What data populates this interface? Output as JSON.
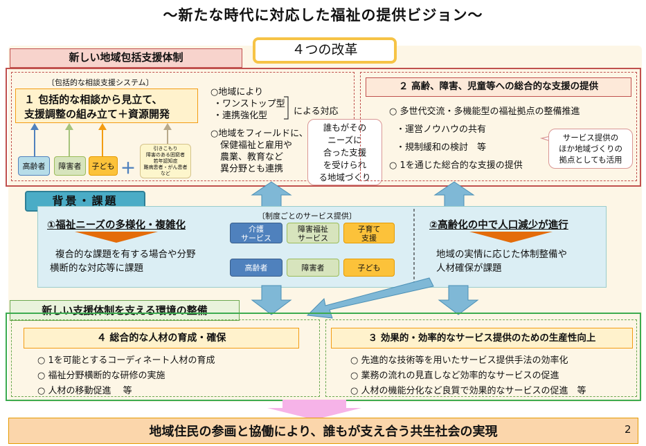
{
  "title": "～新たな時代に対応した福祉の提供ビジョン～",
  "four_reforms": "４つの改革",
  "page_number": "2",
  "sections": {
    "red_bar": "新しい地域包括支援体制",
    "bg_bar": "背景・課題",
    "green_bar": "新しい支援体制を支える環境の整備",
    "bottom_bar": "地域住民の参画と協働により、誰もが支え合う共生社会の実現"
  },
  "reform1": {
    "caption": "〔包括的な相談支援システム〕",
    "heading_line1": "１ 包括的な相談から見立て、",
    "heading_line2": "支援調整の組み立て＋資源開発",
    "targets": [
      "高齢者",
      "障害者",
      "子ども"
    ],
    "plus": "＋",
    "others_lines": [
      "引きこもり",
      "障害のある困窮者",
      "若年認知症",
      "難病患者・がん患者",
      "など"
    ],
    "list1_line1": "○地域により",
    "list1_line2": "・ワンストップ型",
    "list1_line3": "・連携強化型",
    "list1_suffix": "による対応",
    "list2_lines": [
      "○地域をフィールドに、",
      "保健福祉と雇用や",
      "農業、教育など",
      "異分野とも連携"
    ],
    "center_box": [
      "誰もがその",
      "ニーズに",
      "合った支援",
      "を受けられ",
      "る地域づくり"
    ]
  },
  "reform2": {
    "heading": "２ 高齢、障害、児童等への総合的な支援の提供",
    "items": [
      "○ 多世代交流・多機能型の福祉拠点の整備推進",
      "・運営ノウハウの共有",
      "・規制緩和の検討　等",
      "○ 1を通じた総合的な支援の提供"
    ],
    "bubble": [
      "サービス提供の",
      "ほか地域づくりの",
      "拠点としても活用"
    ]
  },
  "background": {
    "issue1_title": "①福祉ニーズの多様化・複雑化",
    "issue1_text": [
      "複合的な課題を有する場合や分野",
      "横断的な対応等に課題"
    ],
    "services_caption": "〔制度ごとのサービス提供〕",
    "services": [
      {
        "label": [
          "介護",
          "サービス"
        ],
        "target": "高齢者"
      },
      {
        "label": [
          "障害福祉",
          "サービス"
        ],
        "target": "障害者"
      },
      {
        "label": [
          "子育て",
          "支援"
        ],
        "target": "子ども"
      }
    ],
    "issue2_title": "②高齢化の中で人口減少が進行",
    "issue2_text": [
      "地域の実情に応じた体制整備や",
      "人材確保が課題"
    ]
  },
  "reform4": {
    "heading": "４ 総合的な人材の育成・確保",
    "items": [
      "○ 1を可能とするコーディネート人材の育成",
      "○ 福祉分野横断的な研修の実施",
      "○ 人材の移動促進　 等"
    ]
  },
  "reform3": {
    "heading": "３ 効果的・効率的なサービス提供のための生産性向上",
    "items": [
      "○ 先進的な技術等を用いたサービス提供手法の効率化",
      "○ 業務の流れの見直しなど効率的なサービスの促進",
      "○ 人材の機能分化など良質で効果的なサービスの促進　等"
    ]
  },
  "colors": {
    "red": "#c0504d",
    "green": "#6aa84f",
    "blue_arrow": "#7fb8d6",
    "orange": "#f39c12",
    "light_blue": "#dbeef4",
    "yellow": "#f6c345",
    "pink": "#f6b3e8"
  }
}
